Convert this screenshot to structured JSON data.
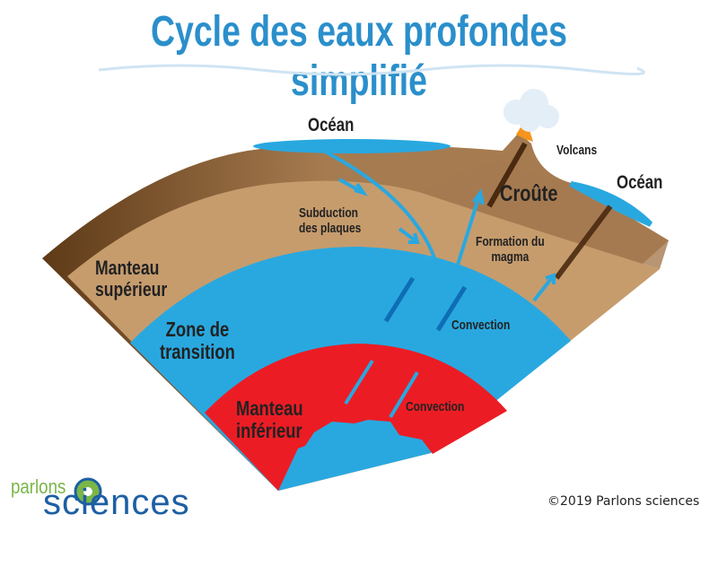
{
  "title": "Cycle des eaux profondes simplifié",
  "labels": {
    "ocean_left": "Océan",
    "ocean_right": "Océan",
    "volcans": "Volcans",
    "croute": "Croûte",
    "subduction_1": "Subduction",
    "subduction_2": "des plaques",
    "formation_1": "Formation du",
    "formation_2": "magma",
    "manteau_sup_1": "Manteau",
    "manteau_sup_2": "supérieur",
    "zone_1": "Zone de",
    "zone_2": "transition",
    "convection_upper": "Convection",
    "manteau_inf_1": "Manteau",
    "manteau_inf_2": "inférieur",
    "convection_lower": "Convection"
  },
  "logo": {
    "line1": "parlons",
    "line2": "sciences"
  },
  "copyright": "©2019 Parlons sciences",
  "colors": {
    "title": "#2b8fcb",
    "water": "#29a8e0",
    "lower_mantle": "#ec1c24",
    "crust": "#a67b50",
    "upper_mantle": "#c69c6d"
  }
}
